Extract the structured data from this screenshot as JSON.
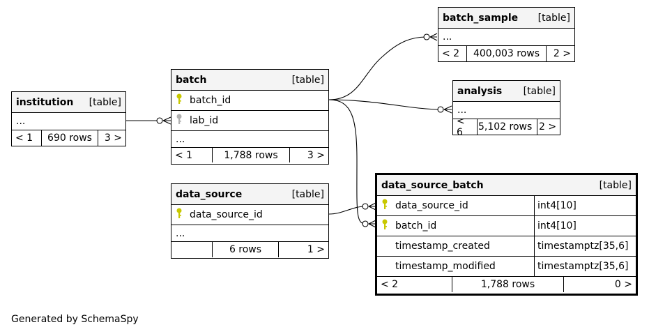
{
  "tables": {
    "batch_sample": {
      "name": "batch_sample",
      "kind": "[table]",
      "ellipsis": "...",
      "prev": "< 2",
      "rows": "400,003 rows",
      "next": "2 >"
    },
    "analysis": {
      "name": "analysis",
      "kind": "[table]",
      "ellipsis": "...",
      "prev": "< 6",
      "rows": "5,102 rows",
      "next": "2 >"
    },
    "batch": {
      "name": "batch",
      "kind": "[table]",
      "col1": "batch_id",
      "col2": "lab_id",
      "ellipsis": "...",
      "prev": "< 1",
      "rows": "1,788 rows",
      "next": "3 >"
    },
    "institution": {
      "name": "institution",
      "kind": "[table]",
      "ellipsis": "...",
      "prev": "< 1",
      "rows": "690 rows",
      "next": "3 >"
    },
    "data_source": {
      "name": "data_source",
      "kind": "[table]",
      "col1": "data_source_id",
      "ellipsis": "...",
      "prev": "",
      "rows": "6 rows",
      "next": "1 >"
    },
    "data_source_batch": {
      "name": "data_source_batch",
      "kind": "[table]",
      "columns": [
        {
          "name": "data_source_id",
          "type": "int4[10]"
        },
        {
          "name": "batch_id",
          "type": "int4[10]"
        },
        {
          "name": "timestamp_created",
          "type": "timestamptz[35,6]"
        },
        {
          "name": "timestamp_modified",
          "type": "timestamptz[35,6]"
        }
      ],
      "prev": "< 2",
      "rows": "1,788 rows",
      "next": "0 >"
    }
  },
  "footer": "Generated by SchemaSpy",
  "colors": {
    "primary_key": "#c8c800",
    "foreign_key": "#b0b0b0",
    "header_bg": "#f4f4f4"
  }
}
